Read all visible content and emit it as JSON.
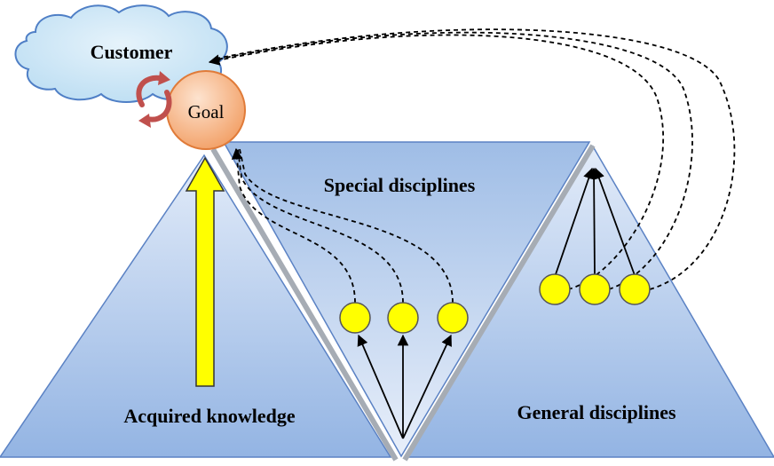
{
  "labels": {
    "customer": "Customer",
    "goal": "Goal",
    "special": "Special disciplines",
    "acquired": "Acquired knowledge",
    "general": "General disciplines"
  },
  "colors": {
    "triangle_fill_top": "#dbe6f7",
    "triangle_fill_bottom": "#8fb1e2",
    "triangle_stroke": "#5b82c4",
    "separator": "#a6acb4",
    "cloud_fill": "#cfe6f5",
    "cloud_stroke": "#4f7fc6",
    "goal_fill": "#f6b98e",
    "goal_stroke": "#e07b39",
    "node_fill": "#ffff00",
    "node_stroke": "#555555",
    "big_arrow_fill": "#ffff00",
    "cycle_arrow": "#c0504d"
  },
  "icons": [
    "cycle-arrows-icon",
    "up-arrow-icon"
  ]
}
